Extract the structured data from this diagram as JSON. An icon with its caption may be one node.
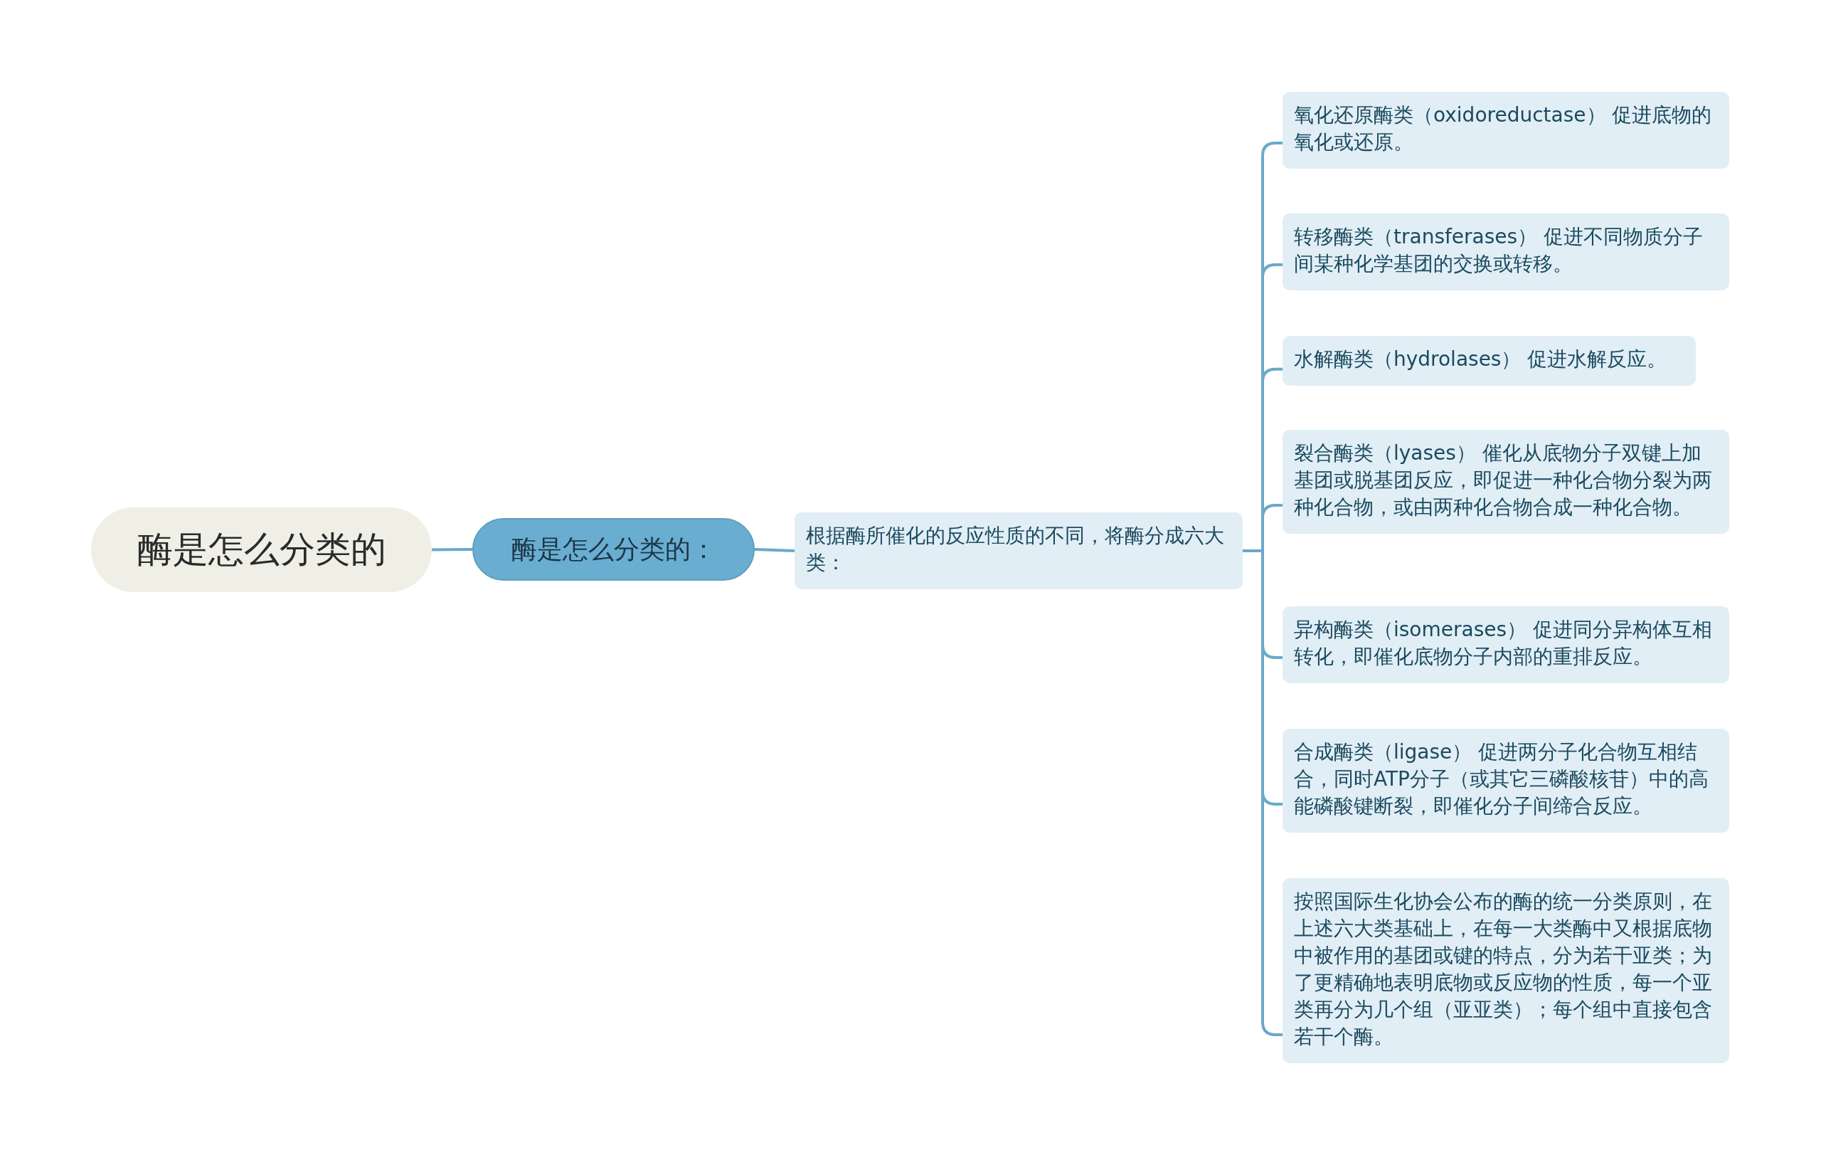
{
  "diagram": {
    "nodes": [
      {
        "text": [
          "酶是怎么分类的"
        ]
      },
      {
        "text": [
          "酶是怎么分类的："
        ]
      },
      {
        "text": [
          "根据酶所催化的反应性质的不同，将酶分成六大类："
        ]
      },
      {
        "text": [
          "氧化还原酶类（oxidoreductase） 促进底物的氧化或还原。"
        ]
      },
      {
        "text": [
          "转移酶类（transferases） 促进不同物质分子间某种化学基团的交换或转移。"
        ]
      },
      {
        "text": [
          "水解酶类（hydrolases） 促进水解反应。"
        ]
      },
      {
        "text": [
          "裂合酶类（lyases） 催化从底物分子双键上加基团或脱基团反应，即促进一种化合物分裂为两种化合物，或由两种化合物合成一种化合物。"
        ]
      },
      {
        "text": [
          "异构酶类（isomerases） 促进同分异构体互相转化，即催化底物分子内部的重排反应。"
        ]
      },
      {
        "text": [
          "合成酶类（ligase） 促进两分子化合物互相结合，同时ATP分子（或其它三磷酸核苷）中的高能磷酸键断裂，即催化分子间缔合反应。"
        ]
      },
      {
        "text": [
          "按照国际生化协会公布的酶的统一分类原则，在上述六大类基础上，在每一大类酶中又根据底物中被作用的基团或键的特点，分为若干亚类；为了更精确地表明底物或反应物的性质，每一个亚类再分为几个组（亚亚类）；每个组中直接包含若干个酶。"
        ]
      }
    ],
    "edges": [
      {
        "from": 0,
        "to": 1,
        "arrow": "none"
      },
      {
        "from": 1,
        "to": 2,
        "arrow": "none"
      },
      {
        "from": 2,
        "to": 3,
        "arrow": "none"
      },
      {
        "from": 2,
        "to": 4,
        "arrow": "none"
      },
      {
        "from": 2,
        "to": 5,
        "arrow": "none"
      },
      {
        "from": 2,
        "to": 6,
        "arrow": "none"
      },
      {
        "from": 2,
        "to": 7,
        "arrow": "none"
      },
      {
        "from": 2,
        "to": 8,
        "arrow": "none"
      },
      {
        "from": 2,
        "to": 9,
        "arrow": "none"
      }
    ]
  }
}
